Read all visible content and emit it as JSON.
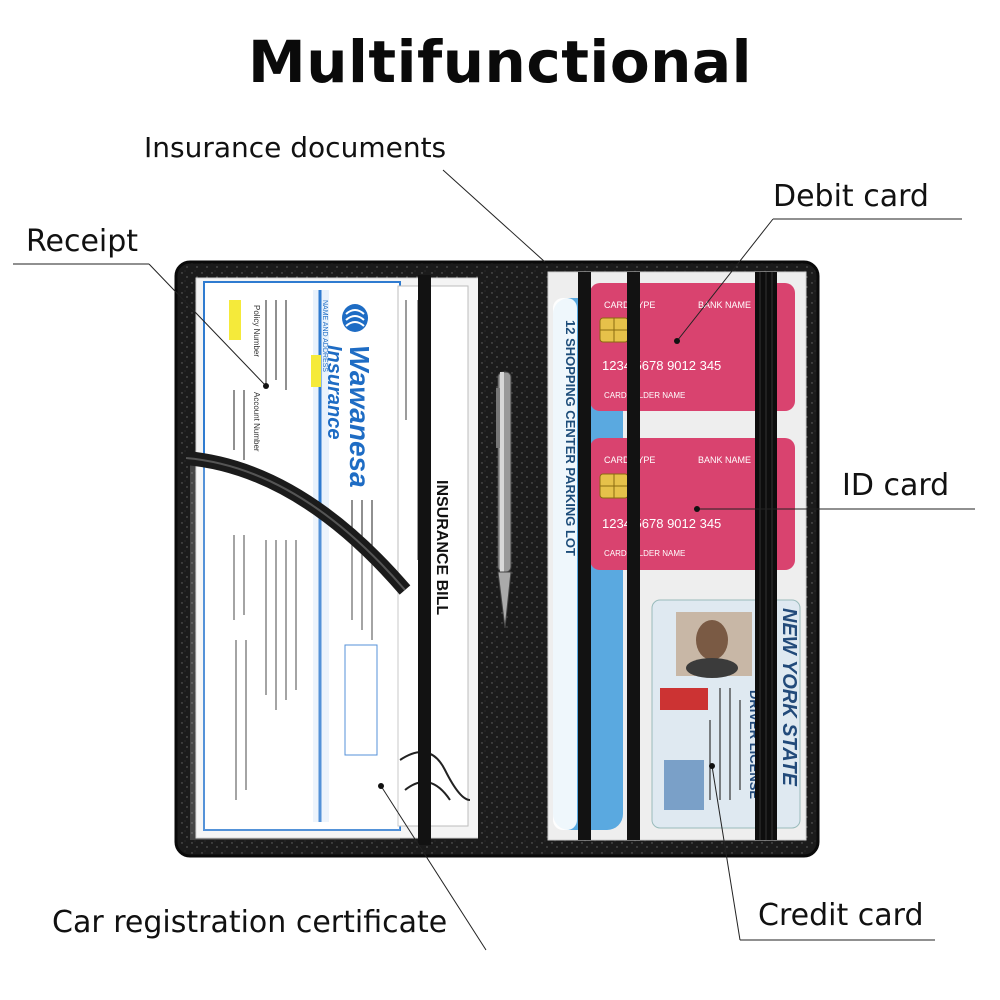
{
  "title": "Multifunctional",
  "callouts": {
    "insurance_documents": "Insurance documents",
    "debit_card": "Debit card",
    "receipt": "Receipt",
    "id_card": "ID card",
    "car_registration": "Car registration certificate",
    "credit_card": "Credit card"
  },
  "wallet": {
    "receipt_doc": {
      "brand_line1": "Wawanesa",
      "brand_line2": "Insurance",
      "header": "NAME AND ADDRESS",
      "policy_label": "Policy Number",
      "account_label": "Account Number"
    },
    "insurance_bill_label": "INSURANCE BILL",
    "shopping_card_text": "12 SHOPPING CENTER PARKING LOT",
    "bank_cards": [
      {
        "type": "CARD TYPE",
        "bank": "BANK NAME",
        "number": "1234 5678 9012 345",
        "holder": "CARDHOLDER NAME"
      },
      {
        "type": "CARD TYPE",
        "bank": "BANK NAME",
        "number": "1234 5678 9012 345",
        "holder": "CARDHOLDER NAME"
      }
    ],
    "license": {
      "state": "NEW YORK STATE",
      "label": "DRIVER LICENSE"
    }
  },
  "colors": {
    "wallet_leather": "#1b1b1b",
    "card_pink": "#d9436f",
    "card_blue": "#5aa9e0",
    "doc_blue": "#2f7bd0"
  }
}
